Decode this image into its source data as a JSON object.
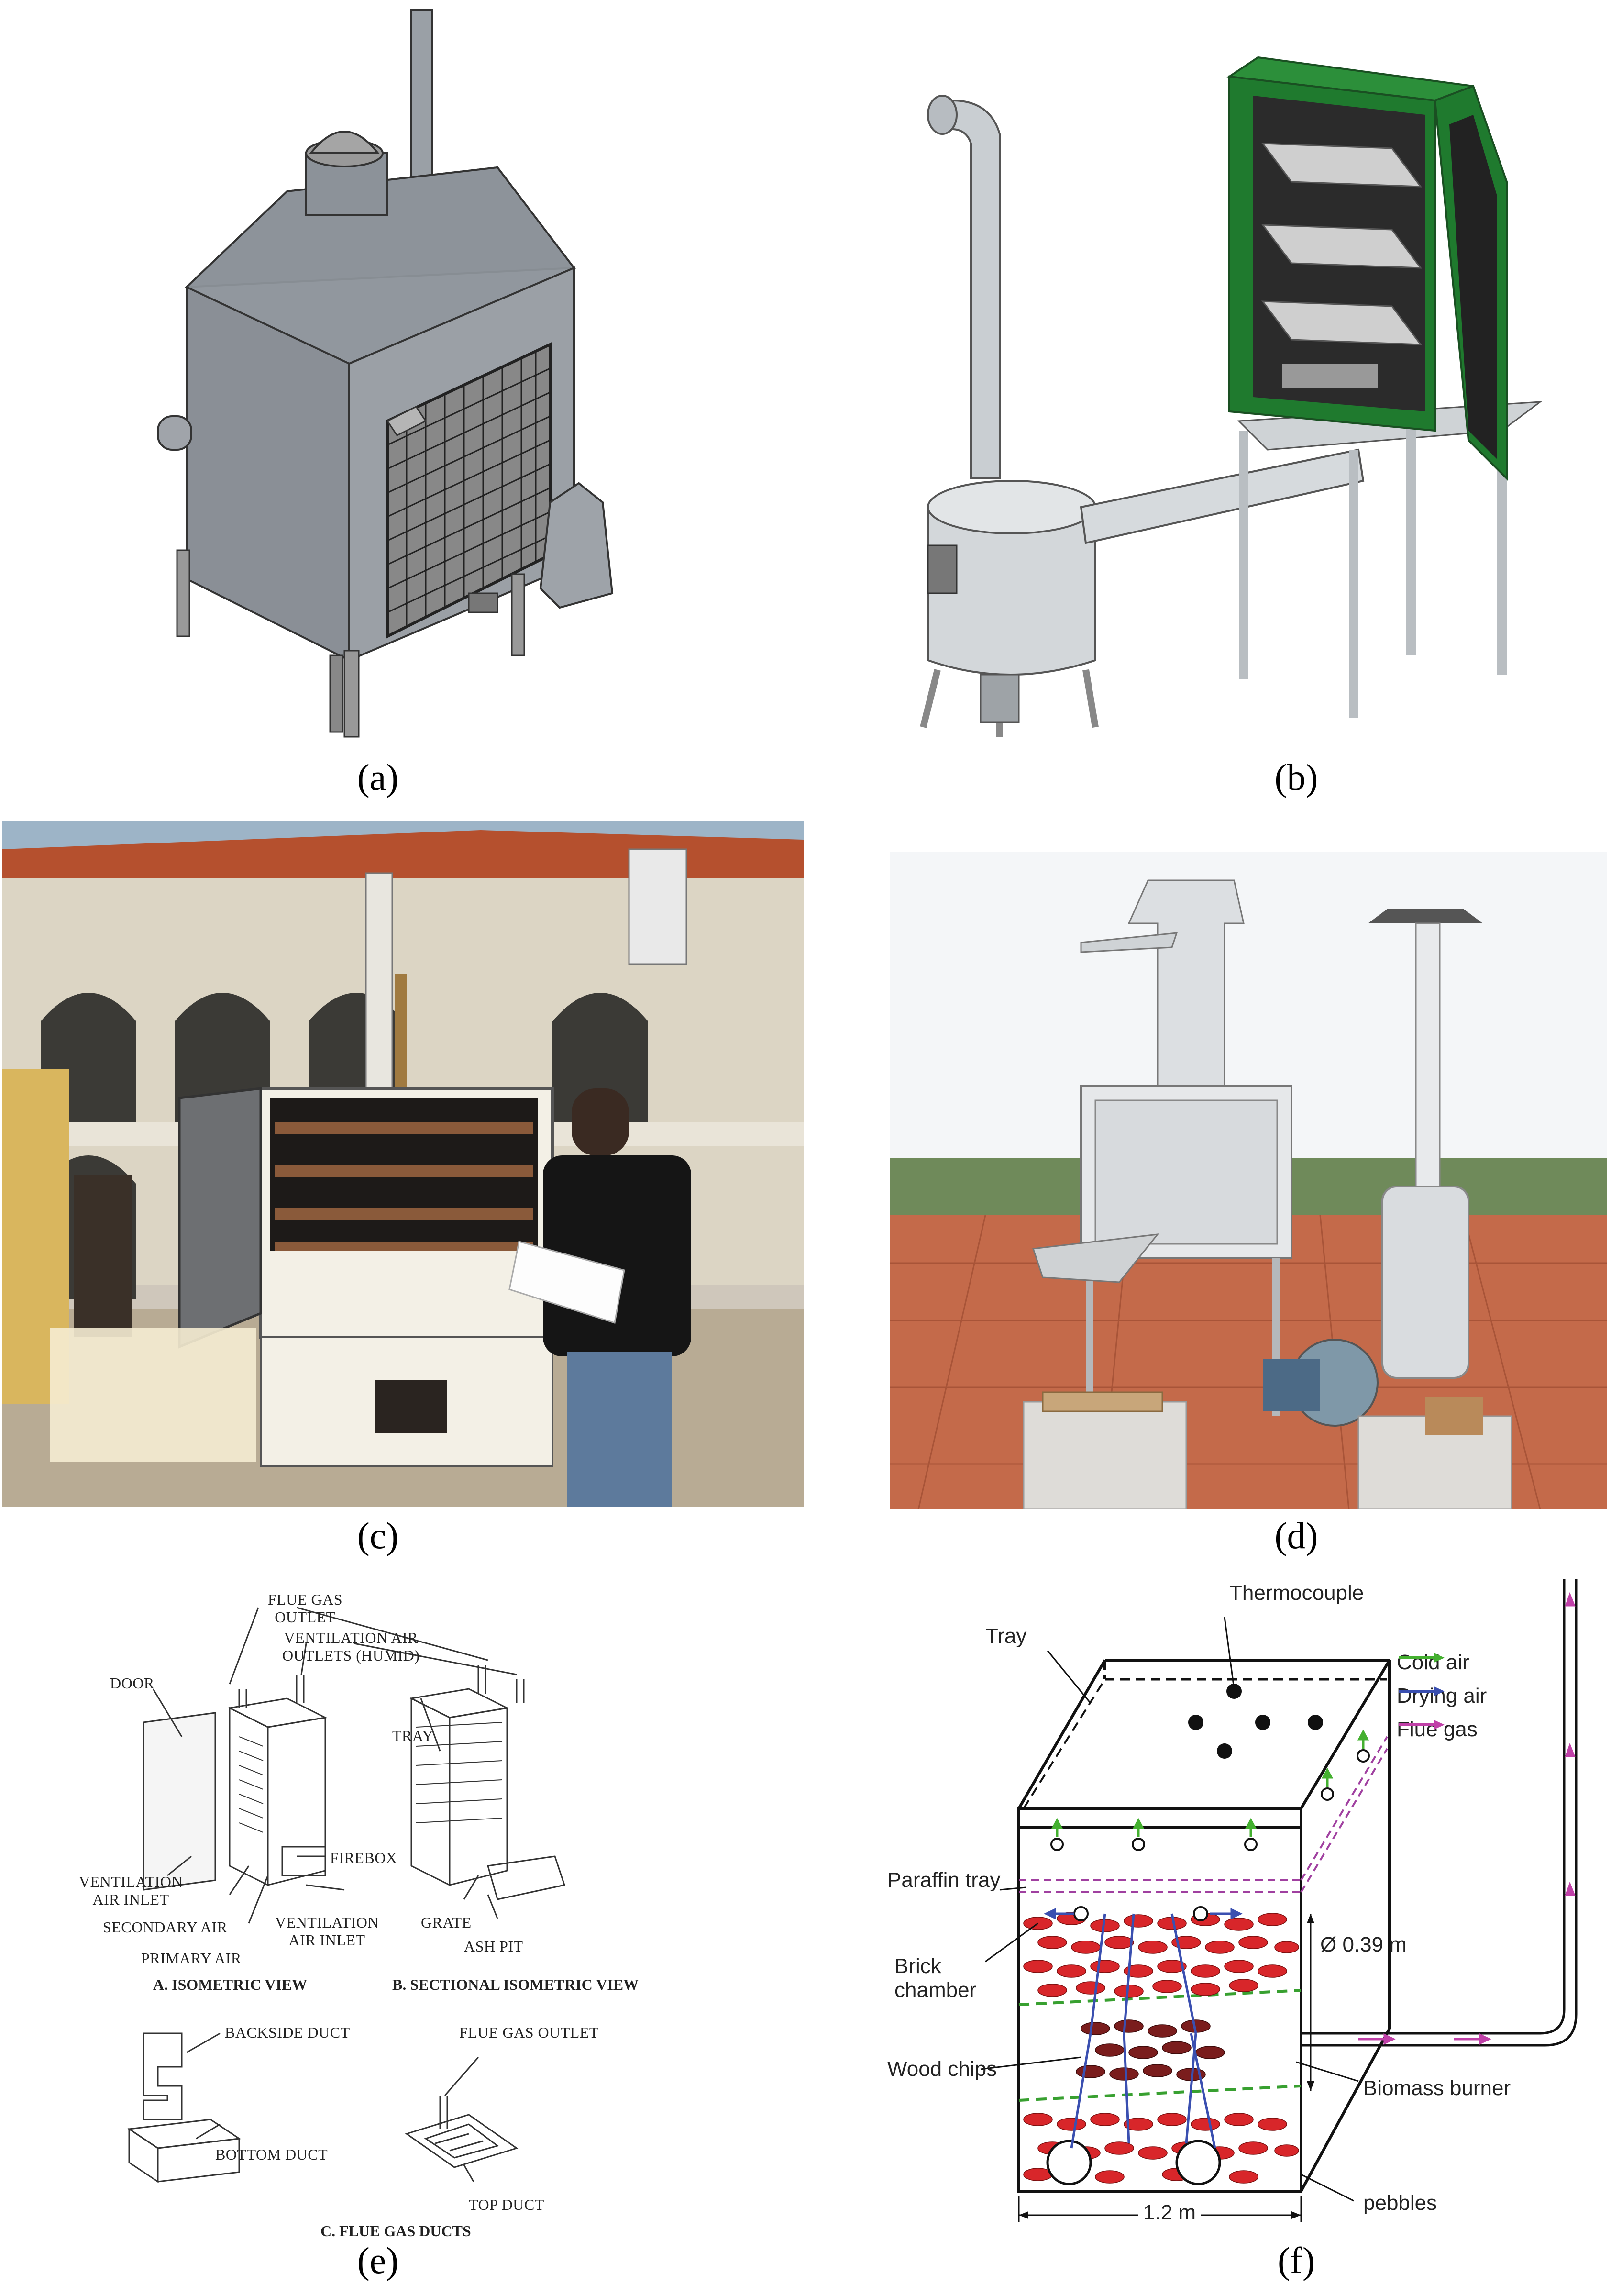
{
  "captions": {
    "a": "(a)",
    "b": "(b)",
    "c": "(c)",
    "d": "(d)",
    "e": "(e)",
    "f": "(f)"
  },
  "panel_e": {
    "labels": {
      "flue_gas_outlet_top": "FLUE GAS\nOUTLET",
      "ventilation_air_outlets": "VENTILATION AIR\nOUTLETS (HUMID)",
      "door": "DOOR",
      "tray": "TRAY",
      "firebox": "FIREBOX",
      "ventilation_air_inlet_left": "VENTILATION\nAIR INLET",
      "secondary_air": "SECONDARY AIR",
      "primary_air": "PRIMARY AIR",
      "ventilation_air_inlet_right": "VENTILATION\nAIR INLET",
      "grate": "GRATE",
      "ash_pit": "ASH PIT",
      "backside_duct": "BACKSIDE DUCT",
      "bottom_duct": "BOTTOM DUCT",
      "flue_gas_outlet_duct": "FLUE GAS OUTLET",
      "top_duct": "TOP DUCT"
    },
    "view_titles": {
      "isometric": "A. ISOMETRIC VIEW",
      "sectional": "B. SECTIONAL ISOMETRIC VIEW",
      "ducts": "C. FLUE GAS DUCTS"
    }
  },
  "panel_f": {
    "labels": {
      "thermocouple": "Thermocouple",
      "tray": "Tray",
      "paraffin_tray": "Paraffin tray",
      "brick_chamber": "Brick\nchamber",
      "wood_chips": "Wood chips",
      "diameter": "Ø 0.39 m",
      "biomass_burner": "Biomass burner",
      "pebbles": "pebbles",
      "width": "1.2 m"
    },
    "legend": [
      {
        "label": "Cold air",
        "color": "#44b030"
      },
      {
        "label": "Drying air",
        "color": "#3a4fb0"
      },
      {
        "label": "Flue gas",
        "color": "#c040a8"
      }
    ]
  },
  "colors": {
    "cabinet_green": "#1f7a2e",
    "metal_gray": "#8f949a",
    "chip_red": "#d8262a",
    "chip_dark": "#7a1d1d"
  }
}
